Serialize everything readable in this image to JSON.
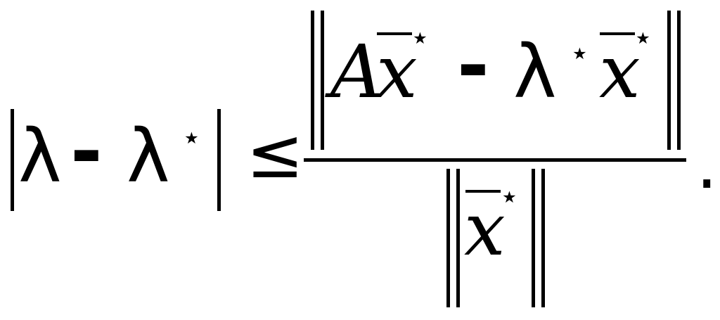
{
  "formula": {
    "lhs": {
      "lambda_1": "λ",
      "minus": "-",
      "lambda_2": "λ",
      "star": "⋆"
    },
    "relation": "≤",
    "numerator": {
      "matrix": "A",
      "vector_1": "x",
      "star_1": "⋆",
      "minus": "-",
      "lambda": "λ",
      "star_2": "⋆",
      "vector_2": "x",
      "star_3": "⋆"
    },
    "denominator": {
      "vector": "x",
      "star": "⋆"
    },
    "terminal": "."
  }
}
